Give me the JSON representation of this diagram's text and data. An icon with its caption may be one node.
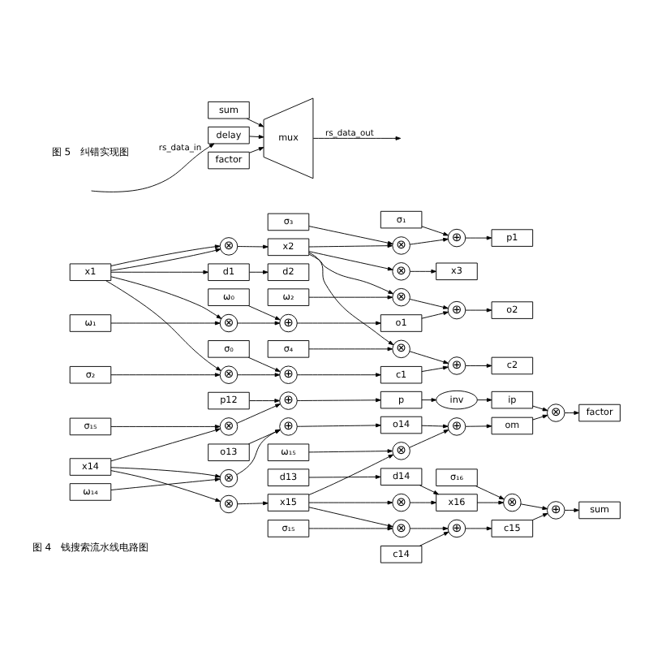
{
  "diagram": {
    "nodes": [
      {
        "text": [
          "σ₁"
        ]
      },
      {
        "text": [
          "⊕"
        ]
      },
      {
        "text": [
          "p1"
        ]
      },
      {
        "text": [
          "σ₃"
        ]
      },
      {
        "text": [
          "⊗"
        ]
      },
      {
        "text": [
          "ω₀"
        ]
      },
      {
        "text": [
          "⊕"
        ]
      },
      {
        "text": [
          "o1"
        ]
      },
      {
        "text": [
          "⊕"
        ]
      },
      {
        "text": [
          "o2"
        ]
      },
      {
        "text": [
          "ω₁"
        ]
      },
      {
        "text": [
          "⊗"
        ]
      },
      {
        "text": [
          "ω₂"
        ]
      },
      {
        "text": [
          "⊗"
        ]
      },
      {
        "text": [
          "x1"
        ]
      },
      {
        "text": [
          "⊗"
        ]
      },
      {
        "text": [
          "x2"
        ]
      },
      {
        "text": [
          "⊗"
        ]
      },
      {
        "text": [
          "x3"
        ]
      },
      {
        "text": [
          "d1"
        ]
      },
      {
        "text": [
          "d2"
        ]
      },
      {
        "text": [
          "σ₂"
        ]
      },
      {
        "text": [
          "⊗"
        ]
      },
      {
        "text": [
          "σ₄"
        ]
      },
      {
        "text": [
          "⊗"
        ]
      },
      {
        "text": [
          "σ₀"
        ]
      },
      {
        "text": [
          "⊕"
        ]
      },
      {
        "text": [
          "c1"
        ]
      },
      {
        "text": [
          "⊕"
        ]
      },
      {
        "text": [
          "c2"
        ]
      },
      {
        "text": [
          "p12"
        ]
      },
      {
        "text": [
          "⊕"
        ]
      },
      {
        "text": [
          "p"
        ]
      },
      {
        "text": [
          "inv"
        ]
      },
      {
        "text": [
          "ip"
        ]
      },
      {
        "text": [
          "σ₁₅"
        ]
      },
      {
        "text": [
          "⊗"
        ]
      },
      {
        "text": [
          "o13"
        ]
      },
      {
        "text": [
          "⊕"
        ]
      },
      {
        "text": [
          "o14"
        ]
      },
      {
        "text": [
          "⊕"
        ]
      },
      {
        "text": [
          "om"
        ]
      },
      {
        "text": [
          "⊗"
        ]
      },
      {
        "text": [
          "factor"
        ]
      },
      {
        "text": [
          "ω₁₄"
        ]
      },
      {
        "text": [
          "⊗"
        ]
      },
      {
        "text": [
          "ω₁₅"
        ]
      },
      {
        "text": [
          "⊗"
        ]
      },
      {
        "text": [
          "x14"
        ]
      },
      {
        "text": [
          "⊗"
        ]
      },
      {
        "text": [
          "x15"
        ]
      },
      {
        "text": [
          "⊗"
        ]
      },
      {
        "text": [
          "x16"
        ]
      },
      {
        "text": [
          "d13"
        ]
      },
      {
        "text": [
          "d14"
        ]
      },
      {
        "text": [
          "σ₁₅"
        ]
      },
      {
        "text": [
          "⊗"
        ]
      },
      {
        "text": [
          "σ₁₆"
        ]
      },
      {
        "text": [
          "⊗"
        ]
      },
      {
        "text": [
          "c14"
        ]
      },
      {
        "text": [
          "⊕"
        ]
      },
      {
        "text": [
          "c15"
        ]
      },
      {
        "text": [
          "⊕"
        ]
      },
      {
        "text": [
          "sum"
        ]
      },
      {
        "text": [
          "delay"
        ]
      },
      {
        "text": [
          "factor"
        ]
      },
      {
        "text": [
          "sum"
        ]
      },
      {
        "text": [
          "mux"
        ]
      }
    ],
    "edges": [
      {
        "from": 0,
        "to": 1,
        "arrow": "to"
      },
      {
        "from": 1,
        "to": 2,
        "arrow": "to"
      },
      {
        "from": 3,
        "to": 4,
        "arrow": "to"
      },
      {
        "from": 4,
        "to": 1,
        "arrow": "to"
      },
      {
        "from": 5,
        "to": 6,
        "arrow": "to"
      },
      {
        "from": 6,
        "to": 7,
        "arrow": "to"
      },
      {
        "from": 7,
        "to": 8,
        "arrow": "to"
      },
      {
        "from": 8,
        "to": 9,
        "arrow": "to"
      },
      {
        "from": 10,
        "to": 11,
        "arrow": "to"
      },
      {
        "from": 11,
        "to": 6,
        "arrow": "to"
      },
      {
        "from": 12,
        "to": 13,
        "arrow": "to"
      },
      {
        "from": 13,
        "to": 8,
        "arrow": "to"
      },
      {
        "from": 14,
        "to": 11,
        "arrow": "to"
      },
      {
        "from": 14,
        "to": 15,
        "arrow": "to"
      },
      {
        "from": 14,
        "to": 15,
        "arrow": "to"
      },
      {
        "from": 15,
        "to": 16,
        "arrow": "to"
      },
      {
        "from": 16,
        "to": 17,
        "arrow": "to"
      },
      {
        "from": 17,
        "to": 18,
        "arrow": "to"
      },
      {
        "from": 16,
        "to": 13,
        "arrow": "to"
      },
      {
        "from": 16,
        "to": 4,
        "arrow": "to"
      },
      {
        "from": 14,
        "to": 19,
        "arrow": "to"
      },
      {
        "from": 19,
        "to": 20,
        "arrow": "to"
      },
      {
        "from": 14,
        "to": 22,
        "arrow": "to"
      },
      {
        "from": 21,
        "to": 22,
        "arrow": "to"
      },
      {
        "from": 16,
        "to": 24,
        "arrow": "to"
      },
      {
        "from": 23,
        "to": 24,
        "arrow": "to"
      },
      {
        "from": 22,
        "to": 26,
        "arrow": "to"
      },
      {
        "from": 25,
        "to": 26,
        "arrow": "to"
      },
      {
        "from": 26,
        "to": 27,
        "arrow": "to"
      },
      {
        "from": 27,
        "to": 28,
        "arrow": "to"
      },
      {
        "from": 24,
        "to": 28,
        "arrow": "to"
      },
      {
        "from": 28,
        "to": 29,
        "arrow": "to"
      },
      {
        "from": 30,
        "to": 31,
        "arrow": "to"
      },
      {
        "from": 31,
        "to": 32,
        "arrow": "to"
      },
      {
        "from": 32,
        "to": 33,
        "arrow": "to"
      },
      {
        "from": 33,
        "to": 34,
        "arrow": "to"
      },
      {
        "from": 34,
        "to": 42,
        "arrow": "to"
      },
      {
        "from": 35,
        "to": 36,
        "arrow": "to"
      },
      {
        "from": 36,
        "to": 31,
        "arrow": "to"
      },
      {
        "from": 37,
        "to": 38,
        "arrow": "to"
      },
      {
        "from": 38,
        "to": 39,
        "arrow": "to"
      },
      {
        "from": 39,
        "to": 40,
        "arrow": "to"
      },
      {
        "from": 40,
        "to": 41,
        "arrow": "to"
      },
      {
        "from": 41,
        "to": 42,
        "arrow": "to"
      },
      {
        "from": 42,
        "to": 43,
        "arrow": "to"
      },
      {
        "from": 44,
        "to": 45,
        "arrow": "to"
      },
      {
        "from": 45,
        "to": 38,
        "arrow": "to"
      },
      {
        "from": 46,
        "to": 47,
        "arrow": "to"
      },
      {
        "from": 47,
        "to": 40,
        "arrow": "to"
      },
      {
        "from": 48,
        "to": 45,
        "arrow": "to"
      },
      {
        "from": 48,
        "to": 36,
        "arrow": "to"
      },
      {
        "from": 48,
        "to": 49,
        "arrow": "to"
      },
      {
        "from": 49,
        "to": 50,
        "arrow": "to"
      },
      {
        "from": 50,
        "to": 51,
        "arrow": "to"
      },
      {
        "from": 51,
        "to": 52,
        "arrow": "to"
      },
      {
        "from": 50,
        "to": 47,
        "arrow": "to"
      },
      {
        "from": 50,
        "to": 56,
        "arrow": "to"
      },
      {
        "from": 53,
        "to": 54,
        "arrow": "to"
      },
      {
        "from": 54,
        "to": 52,
        "arrow": "to"
      },
      {
        "from": 52,
        "to": 58,
        "arrow": "to"
      },
      {
        "from": 55,
        "to": 56,
        "arrow": "to"
      },
      {
        "from": 57,
        "to": 58,
        "arrow": "to"
      },
      {
        "from": 56,
        "to": 60,
        "arrow": "to"
      },
      {
        "from": 59,
        "to": 60,
        "arrow": "to"
      },
      {
        "from": 60,
        "to": 61,
        "arrow": "to"
      },
      {
        "from": 61,
        "to": 62,
        "arrow": "to"
      },
      {
        "from": 58,
        "to": 62,
        "arrow": "to"
      },
      {
        "from": 62,
        "to": 63,
        "arrow": "to"
      },
      {
        "from": null,
        "to": 64,
        "arrow": "to",
        "label": "rs_data_in"
      },
      {
        "from": 64,
        "to": 67,
        "arrow": "to"
      },
      {
        "from": 65,
        "to": 67,
        "arrow": "to"
      },
      {
        "from": 66,
        "to": 67,
        "arrow": "to"
      },
      {
        "from": 67,
        "to": null,
        "arrow": "to",
        "label": "rs_data_out"
      }
    ],
    "labels": [
      "图 4　钱搜索流水线电路图",
      "图 5　纠错实现图"
    ]
  }
}
